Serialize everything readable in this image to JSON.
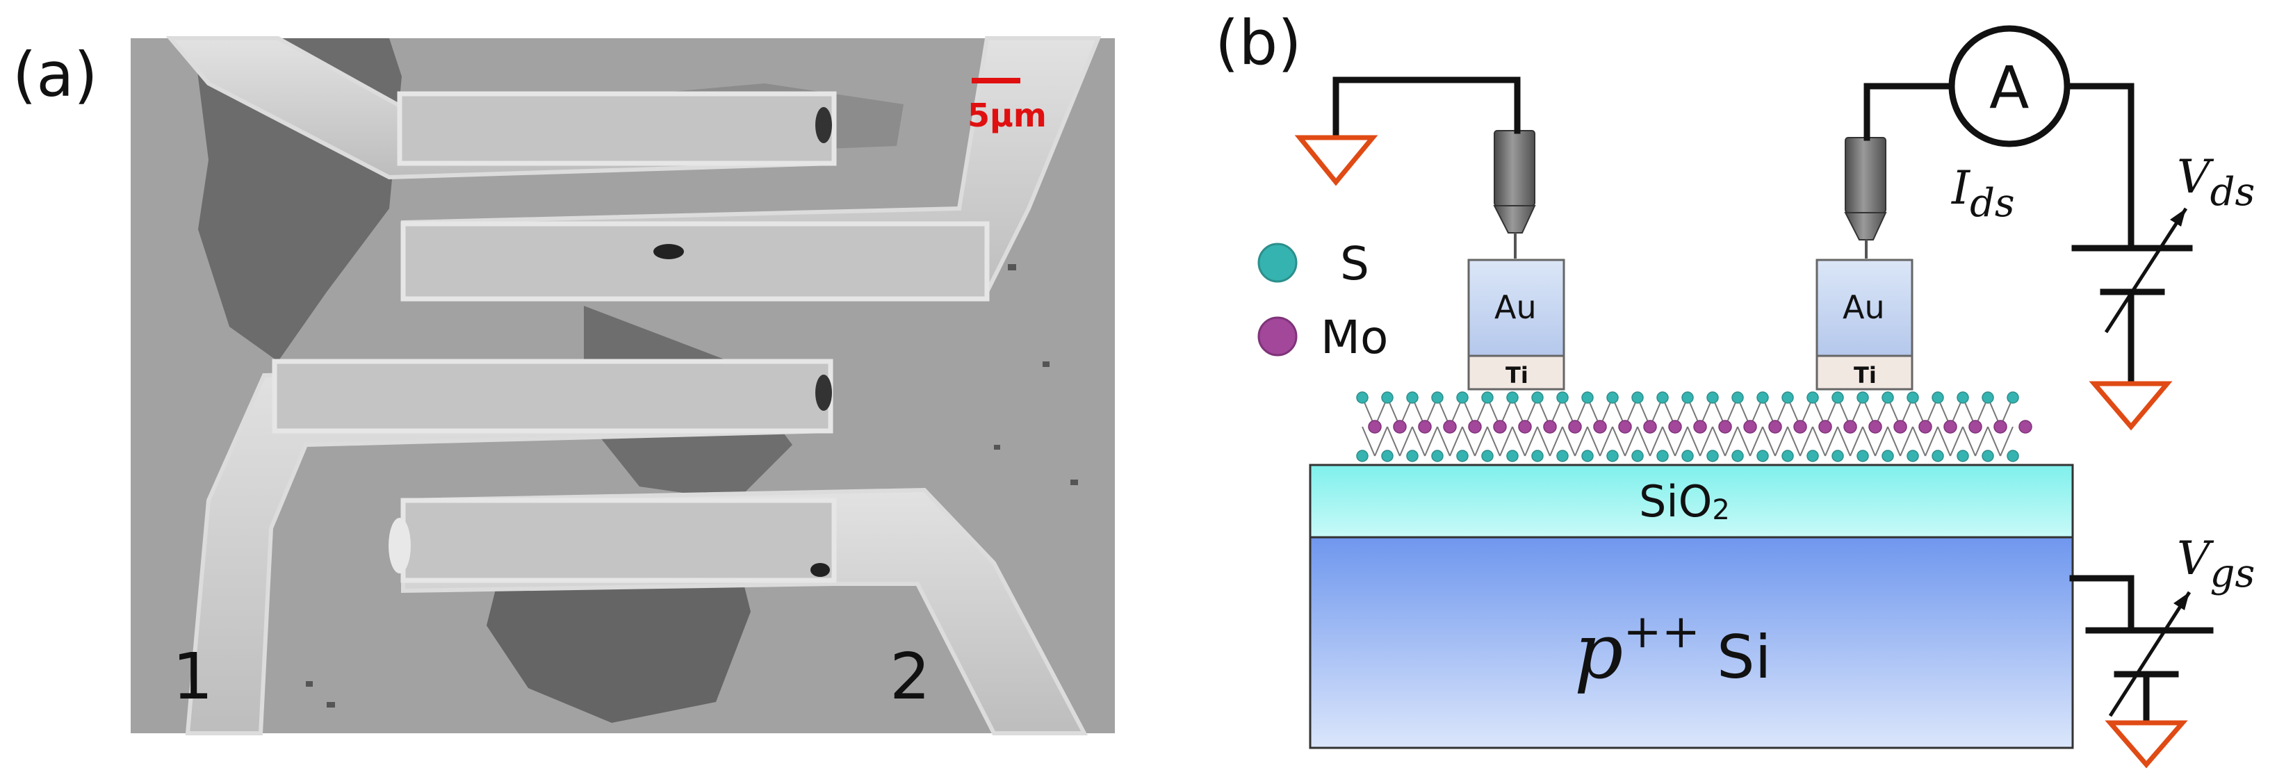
{
  "panel_a": {
    "label": "(a)",
    "scale_bar": "5μm",
    "electrode_1": "1",
    "electrode_2": "2"
  },
  "panel_b": {
    "label": "(b)",
    "legend": [
      {
        "symbol": "S",
        "color": "#35b3b0"
      },
      {
        "symbol": "Mo",
        "color": "#a2479a"
      }
    ],
    "left_contact": {
      "top": "Au",
      "bottom": "Ti"
    },
    "right_contact": {
      "top": "Au",
      "bottom": "Ti"
    },
    "oxide_layer": {
      "formula": "SiO",
      "subscript": "2"
    },
    "substrate": {
      "symbol": "p",
      "superscript": "++",
      "material": "Si"
    },
    "ammeter": "A",
    "current": {
      "symbol": "I",
      "subscript": "ds"
    },
    "drain_voltage": {
      "symbol": "V",
      "subscript": "ds"
    },
    "gate_voltage": {
      "symbol": "V",
      "subscript": "gs"
    }
  },
  "colors": {
    "scale_red": "#e01010",
    "ground_orange": "#e04a14",
    "sulfur": "#35b3b0",
    "molybdenum": "#a2479a",
    "oxide_cyan": "#9ff3f0",
    "silicon_blue": "#7fa8f5"
  }
}
